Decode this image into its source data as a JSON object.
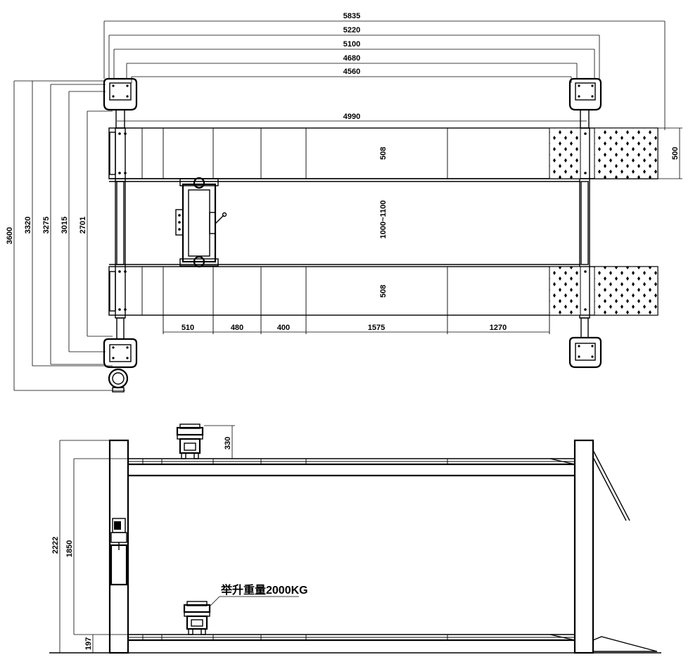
{
  "top_view": {
    "widths": [
      "5835",
      "5220",
      "5100",
      "4680",
      "4560"
    ],
    "runway_length": "4990",
    "heights": [
      "3600",
      "3320",
      "3275",
      "3015",
      "2701"
    ],
    "runway_width_top": "508",
    "runway_width_bottom": "508",
    "runway_gap": "1000~1100",
    "ramp_width": "500",
    "segments": [
      "510",
      "480",
      "400",
      "1575",
      "1270"
    ]
  },
  "side_view": {
    "jack_height": "330",
    "total_height": "2222",
    "lift_height": "1850",
    "min_height": "197",
    "capacity_label": "举升重量2000KG"
  }
}
